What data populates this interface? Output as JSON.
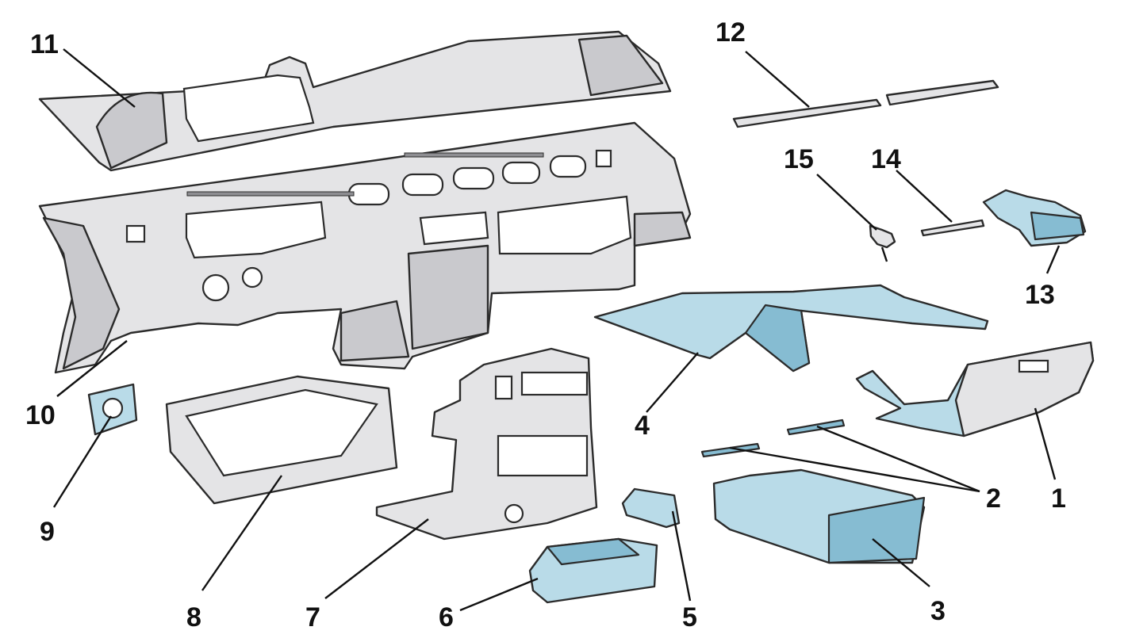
{
  "callouts": [
    {
      "id": "c1",
      "text": "1"
    },
    {
      "id": "c2",
      "text": "2"
    },
    {
      "id": "c3",
      "text": "3"
    },
    {
      "id": "c4",
      "text": "4"
    },
    {
      "id": "c5",
      "text": "5"
    },
    {
      "id": "c6",
      "text": "6"
    },
    {
      "id": "c7",
      "text": "7"
    },
    {
      "id": "c8",
      "text": "8"
    },
    {
      "id": "c9",
      "text": "9"
    },
    {
      "id": "c10",
      "text": "10"
    },
    {
      "id": "c11",
      "text": "11"
    },
    {
      "id": "c12",
      "text": "12"
    },
    {
      "id": "c13",
      "text": "13"
    },
    {
      "id": "c14",
      "text": "14"
    },
    {
      "id": "c15",
      "text": "15"
    }
  ],
  "colors": {
    "grey_part": "#e4e4e6",
    "blue_part": "#b9dbe8",
    "outline": "#2b2b2b"
  }
}
